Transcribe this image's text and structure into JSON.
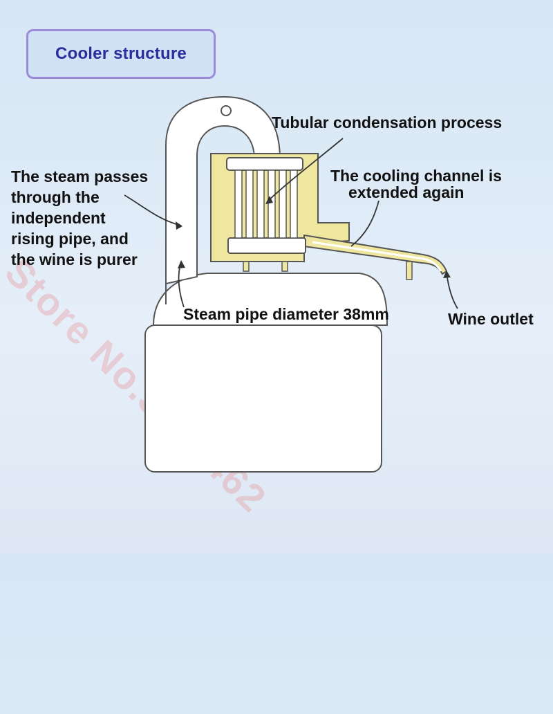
{
  "title": "Cooler structure",
  "labels": {
    "steam_passes": [
      "The steam passes",
      "through the",
      "independent",
      "rising pipe, and",
      "the wine is purer"
    ],
    "tubular": "Tubular condensation process",
    "cooling_line1": "The cooling channel is",
    "cooling_line2": "extended again",
    "pipe_diameter_prefix": "Steam pipe diameter ",
    "pipe_diameter_value": "38mm",
    "wine_outlet": "Wine outlet"
  },
  "watermark": "Store No.3171462",
  "colors": {
    "title_border": "#9b8ad8",
    "title_text": "#2c2c9a",
    "condenser": "#efe7a0",
    "accent_red": "#c01818"
  }
}
